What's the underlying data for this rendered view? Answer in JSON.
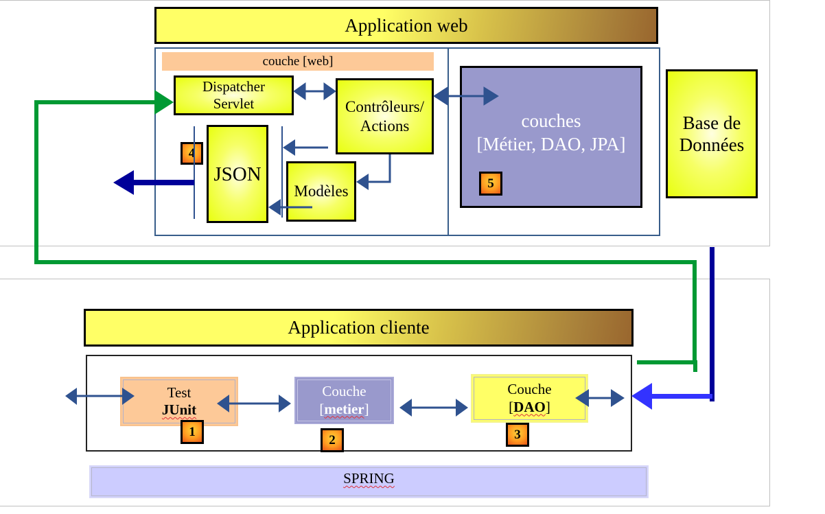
{
  "web_app": {
    "title": "Application web",
    "web_layer_label": "couche [web]",
    "dispatcher": {
      "line1": "Dispatcher",
      "line2": "Servlet"
    },
    "controllers": {
      "line1": "Contrôleurs/",
      "line2": "Actions"
    },
    "json_view": "JSON",
    "models": "Modèles",
    "backend_layers": {
      "line1": "couches",
      "line2": "[Métier, DAO, JPA]"
    },
    "badge_json": "4",
    "badge_backend": "5"
  },
  "database": {
    "line1": "Base de",
    "line2": "Données"
  },
  "client_app": {
    "title": "Application cliente",
    "junit": {
      "line1": "Test",
      "line2": "JUnit",
      "badge": "1"
    },
    "metier": {
      "line1": "Couche",
      "open": "[",
      "name": "metier",
      "close": "]",
      "badge": "2"
    },
    "dao": {
      "line1": "Couche",
      "open": "[",
      "name": "DAO",
      "close": "]",
      "badge": "3"
    },
    "framework": "SPRING"
  },
  "colors": {
    "connector_blue": "#2f528f",
    "request_green": "#009933",
    "response_navy": "#000099",
    "response_blue": "#3333ff",
    "purple_layer": "#9999cc",
    "peach": "#fdc998",
    "spring_lavender": "#ccccff"
  }
}
